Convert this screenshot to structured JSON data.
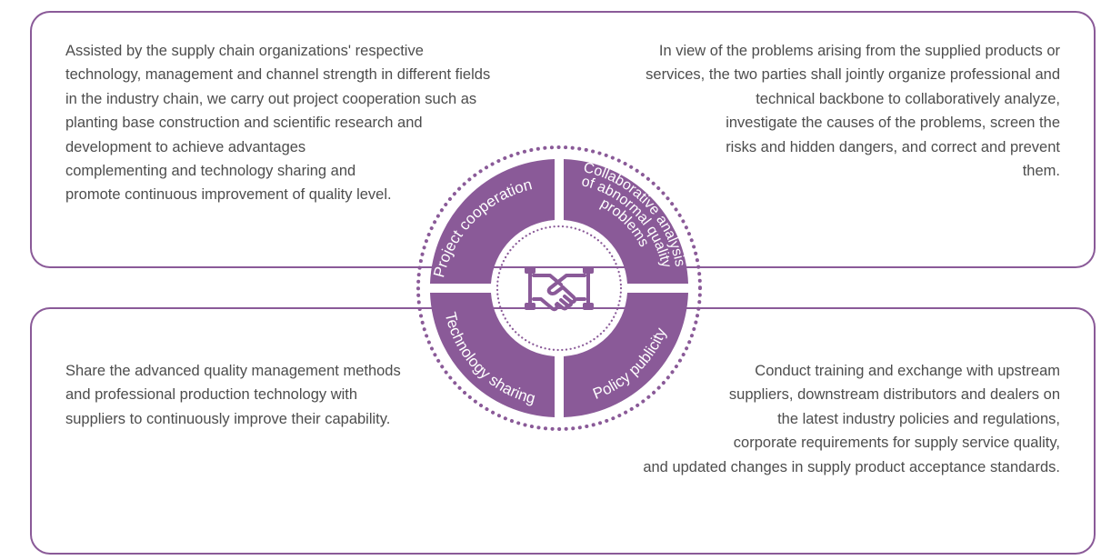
{
  "panels": {
    "top_left": "Assisted by the supply chain organizations' respective technology, management and channel strength in different fields in the industry chain, we carry out project cooperation such as planting base construction and scientific research and development to achieve advantages complementing and technology sharing and promote continuous improvement of quality level.",
    "top_right": "In view of the problems arising from the supplied products or services, the two parties shall jointly organize professional and technical backbone to collaboratively analyze, investigate the causes of the problems, screen the risks and hidden dangers, and correct and prevent them.",
    "bottom_left": "Share the advanced quality management methods and professional production technology with suppliers to continuously improve their capability.",
    "bottom_right": "Conduct training and exchange with upstream suppliers, downstream distributors and dealers on the latest industry policies and regulations, corporate requirements for supply service quality, and updated changes in supply product acceptance standards."
  },
  "wheel": {
    "segments": {
      "top_left": "Project cooperation",
      "top_right": [
        "Collaborative analysis",
        "of abnormal quality",
        "problems"
      ],
      "bottom_left": "Technology sharing",
      "bottom_right": "Policy publicity"
    },
    "center_icon": "handshake-icon"
  },
  "colors": {
    "accent": "#8a5a98",
    "text": "#4d4d4d"
  }
}
